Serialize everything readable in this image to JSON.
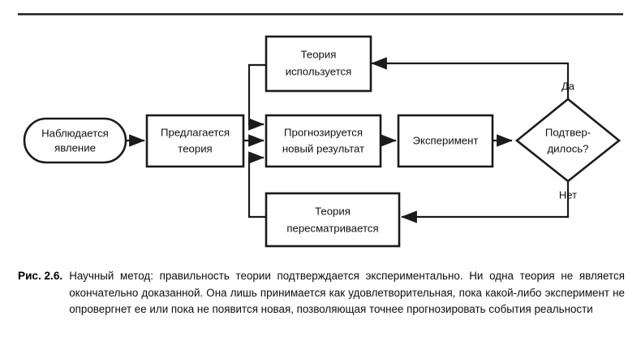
{
  "figure": {
    "diagram_type": "flowchart",
    "title_label": "Рис. 2.6.",
    "caption": "Научный метод: правильность теории подтверждается экспериментально. Ни одна теория не является окончательно доказанной. Она лишь принимается как удовлетворительная, пока какой-либо эксперимент не опровергнет ее или пока не появится новая, позволяющая точнее прогнозировать события реальности",
    "colors": {
      "stroke": "#1b1b1b",
      "fill": "#ffffff",
      "text": "#101010",
      "background": "#ffffff"
    },
    "nodes": [
      {
        "id": "observation",
        "shape": "stadium",
        "line1": "Наблюдается",
        "line2": "явление"
      },
      {
        "id": "propose-theory",
        "shape": "rect",
        "line1": "Предлагается",
        "line2": "теория"
      },
      {
        "id": "theory-used",
        "shape": "rect",
        "line1": "Теория",
        "line2": "используется"
      },
      {
        "id": "predict-result",
        "shape": "rect",
        "line1": "Прогнозируется",
        "line2": "новый результат"
      },
      {
        "id": "experiment",
        "shape": "rect",
        "line1": "Эксперимент",
        "line2": ""
      },
      {
        "id": "confirmed",
        "shape": "diamond",
        "line1": "Подтвер-",
        "line2": "дилось?"
      },
      {
        "id": "revise-theory",
        "shape": "rect",
        "line1": "Теория",
        "line2": "пересматривается"
      }
    ],
    "branch_labels": {
      "yes": "Да",
      "no": "Нет"
    }
  }
}
